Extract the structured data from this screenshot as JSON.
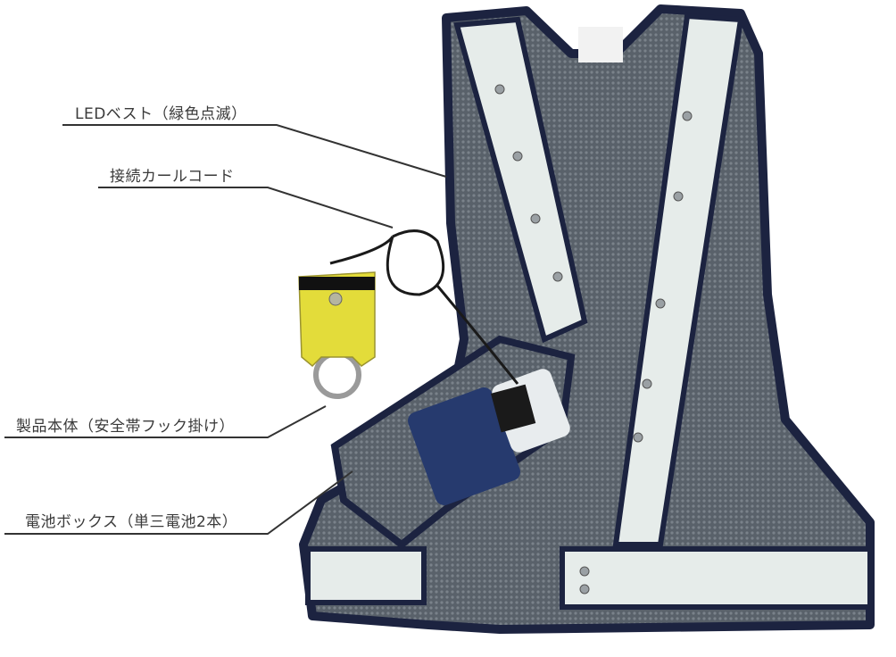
{
  "callouts": [
    {
      "text": "LEDベスト（緑色点滅）"
    },
    {
      "text": "接続カールコード"
    },
    {
      "text": "製品本体（安全帯フック掛け）"
    },
    {
      "text": "電池ボックス（単三電池2本）"
    }
  ],
  "colors": {
    "vest_trim": "#1c2340",
    "mesh": "#5d646c",
    "reflective": "#e6ecea",
    "device": "#e3dc3a",
    "leader_line": "#333333"
  }
}
